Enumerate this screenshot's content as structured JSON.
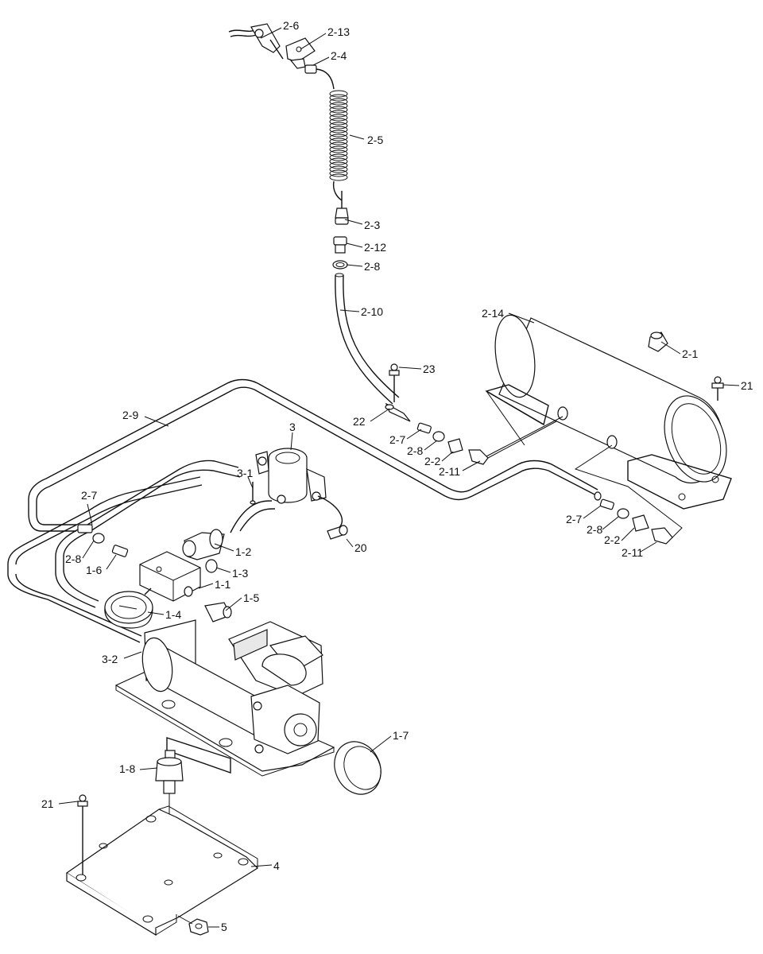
{
  "labels": {
    "l_2_6": "2-6",
    "l_2_13": "2-13",
    "l_2_4": "2-4",
    "l_2_5": "2-5",
    "l_2_3": "2-3",
    "l_2_12": "2-12",
    "l_2_8a": "2-8",
    "l_2_10": "2-10",
    "l_2_14": "2-14",
    "l_2_1": "2-1",
    "l_23": "23",
    "l_21a": "21",
    "l_22": "22",
    "l_2_7a": "2-7",
    "l_2_8b": "2-8",
    "l_2_2a": "2-2",
    "l_2_11a": "2-11",
    "l_2_9": "2-9",
    "l_3": "3",
    "l_3_1": "3-1",
    "l_2_7b": "2-7",
    "l_2_8c": "2-8",
    "l_2_2b": "2-2",
    "l_2_11b": "2-11",
    "l_20": "20",
    "l_2_7c": "2-7",
    "l_2_8d": "2-8",
    "l_1_2": "1-2",
    "l_1_6": "1-6",
    "l_1_3": "1-3",
    "l_1_1": "1-1",
    "l_1_5": "1-5",
    "l_1_4": "1-4",
    "l_3_2": "3-2",
    "l_1_7": "1-7",
    "l_1_8": "1-8",
    "l_21b": "21",
    "l_4": "4",
    "l_5": "5"
  }
}
